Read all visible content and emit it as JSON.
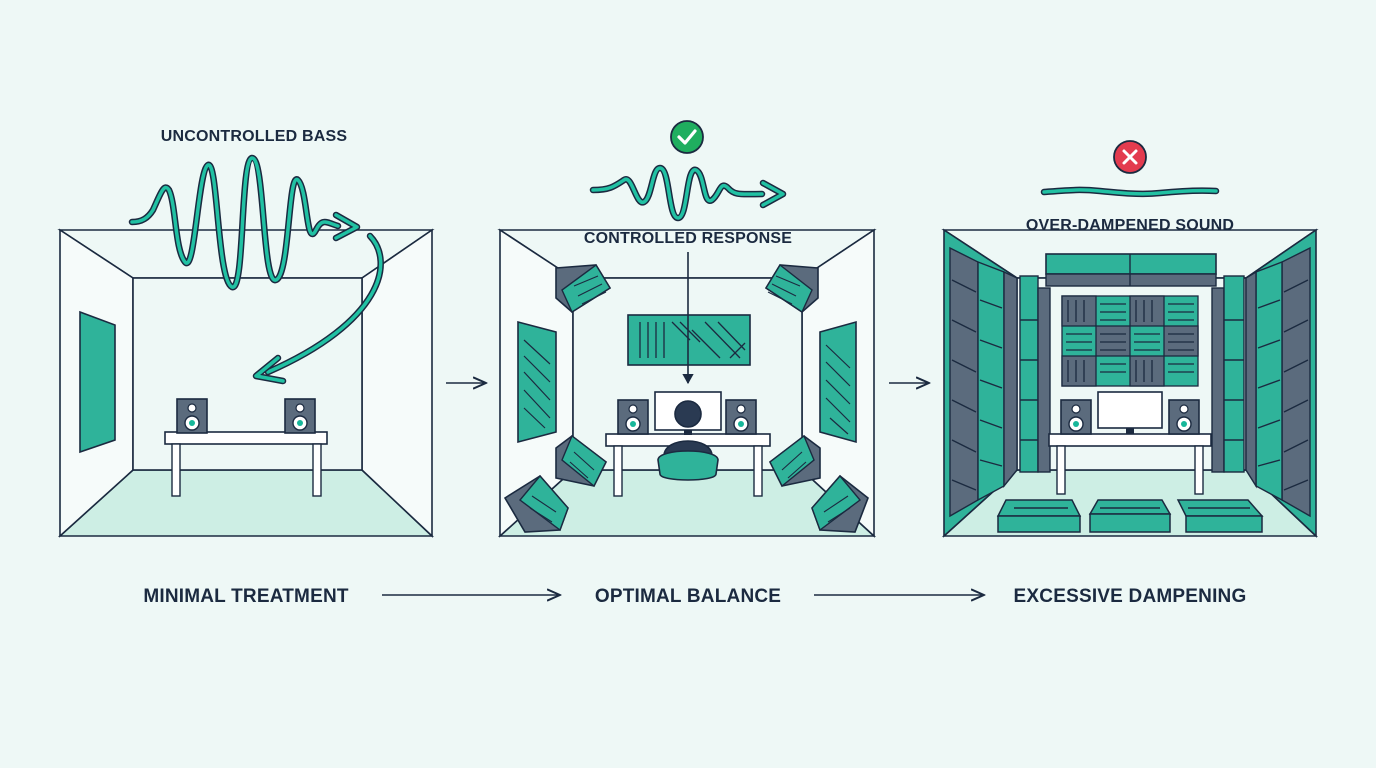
{
  "panels": [
    {
      "wave_label": "UNCONTROLLED BASS",
      "stage_label": "MINIMAL TREATMENT"
    },
    {
      "wave_label": "CONTROLLED RESPONSE",
      "stage_label": "OPTIMAL BALANCE",
      "status_icon": "check-icon"
    },
    {
      "wave_label": "OVER-DAMPENED SOUND",
      "stage_label": "EXCESSIVE DAMPENING",
      "status_icon": "cross-icon"
    }
  ],
  "colors": {
    "background": "#eef8f6",
    "line": "#1b2a40",
    "accent": "#17b79a",
    "panel_teal": "#2fb39a",
    "floor": "#cdeee4",
    "foam_gray": "#5b6b7d",
    "success": "#1fae5f",
    "error": "#e33b4f"
  }
}
